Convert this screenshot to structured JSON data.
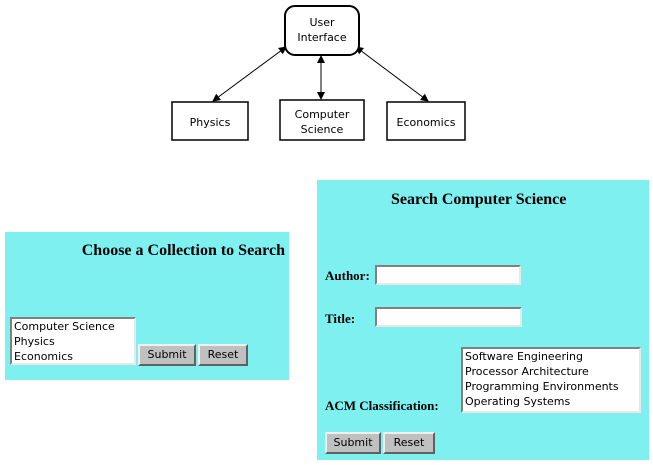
{
  "diagram": {
    "center_node": {
      "line1": "User",
      "line2": "Interface"
    },
    "nodes": [
      {
        "line1": "Physics",
        "line2": ""
      },
      {
        "line1": "Computer",
        "line2": "Science"
      },
      {
        "line1": "Economics",
        "line2": ""
      }
    ]
  },
  "collection_form": {
    "title": "Choose a Collection to Search",
    "options": [
      "Computer Science",
      "Physics",
      "Economics"
    ],
    "submit_label": "Submit",
    "reset_label": "Reset"
  },
  "cs_form": {
    "title": "Search Computer Science",
    "author_label": "Author:",
    "author_value": "",
    "title_label": "Title:",
    "title_value": "",
    "acm_label": "ACM Classification:",
    "acm_options": [
      "Software Engineering",
      "Processor Architecture",
      "Programming Environments",
      "Operating Systems"
    ],
    "submit_label": "Submit",
    "reset_label": "Reset"
  },
  "colors": {
    "panel_bg": "#7ef0f0",
    "button_bg": "#c0c0c0"
  }
}
